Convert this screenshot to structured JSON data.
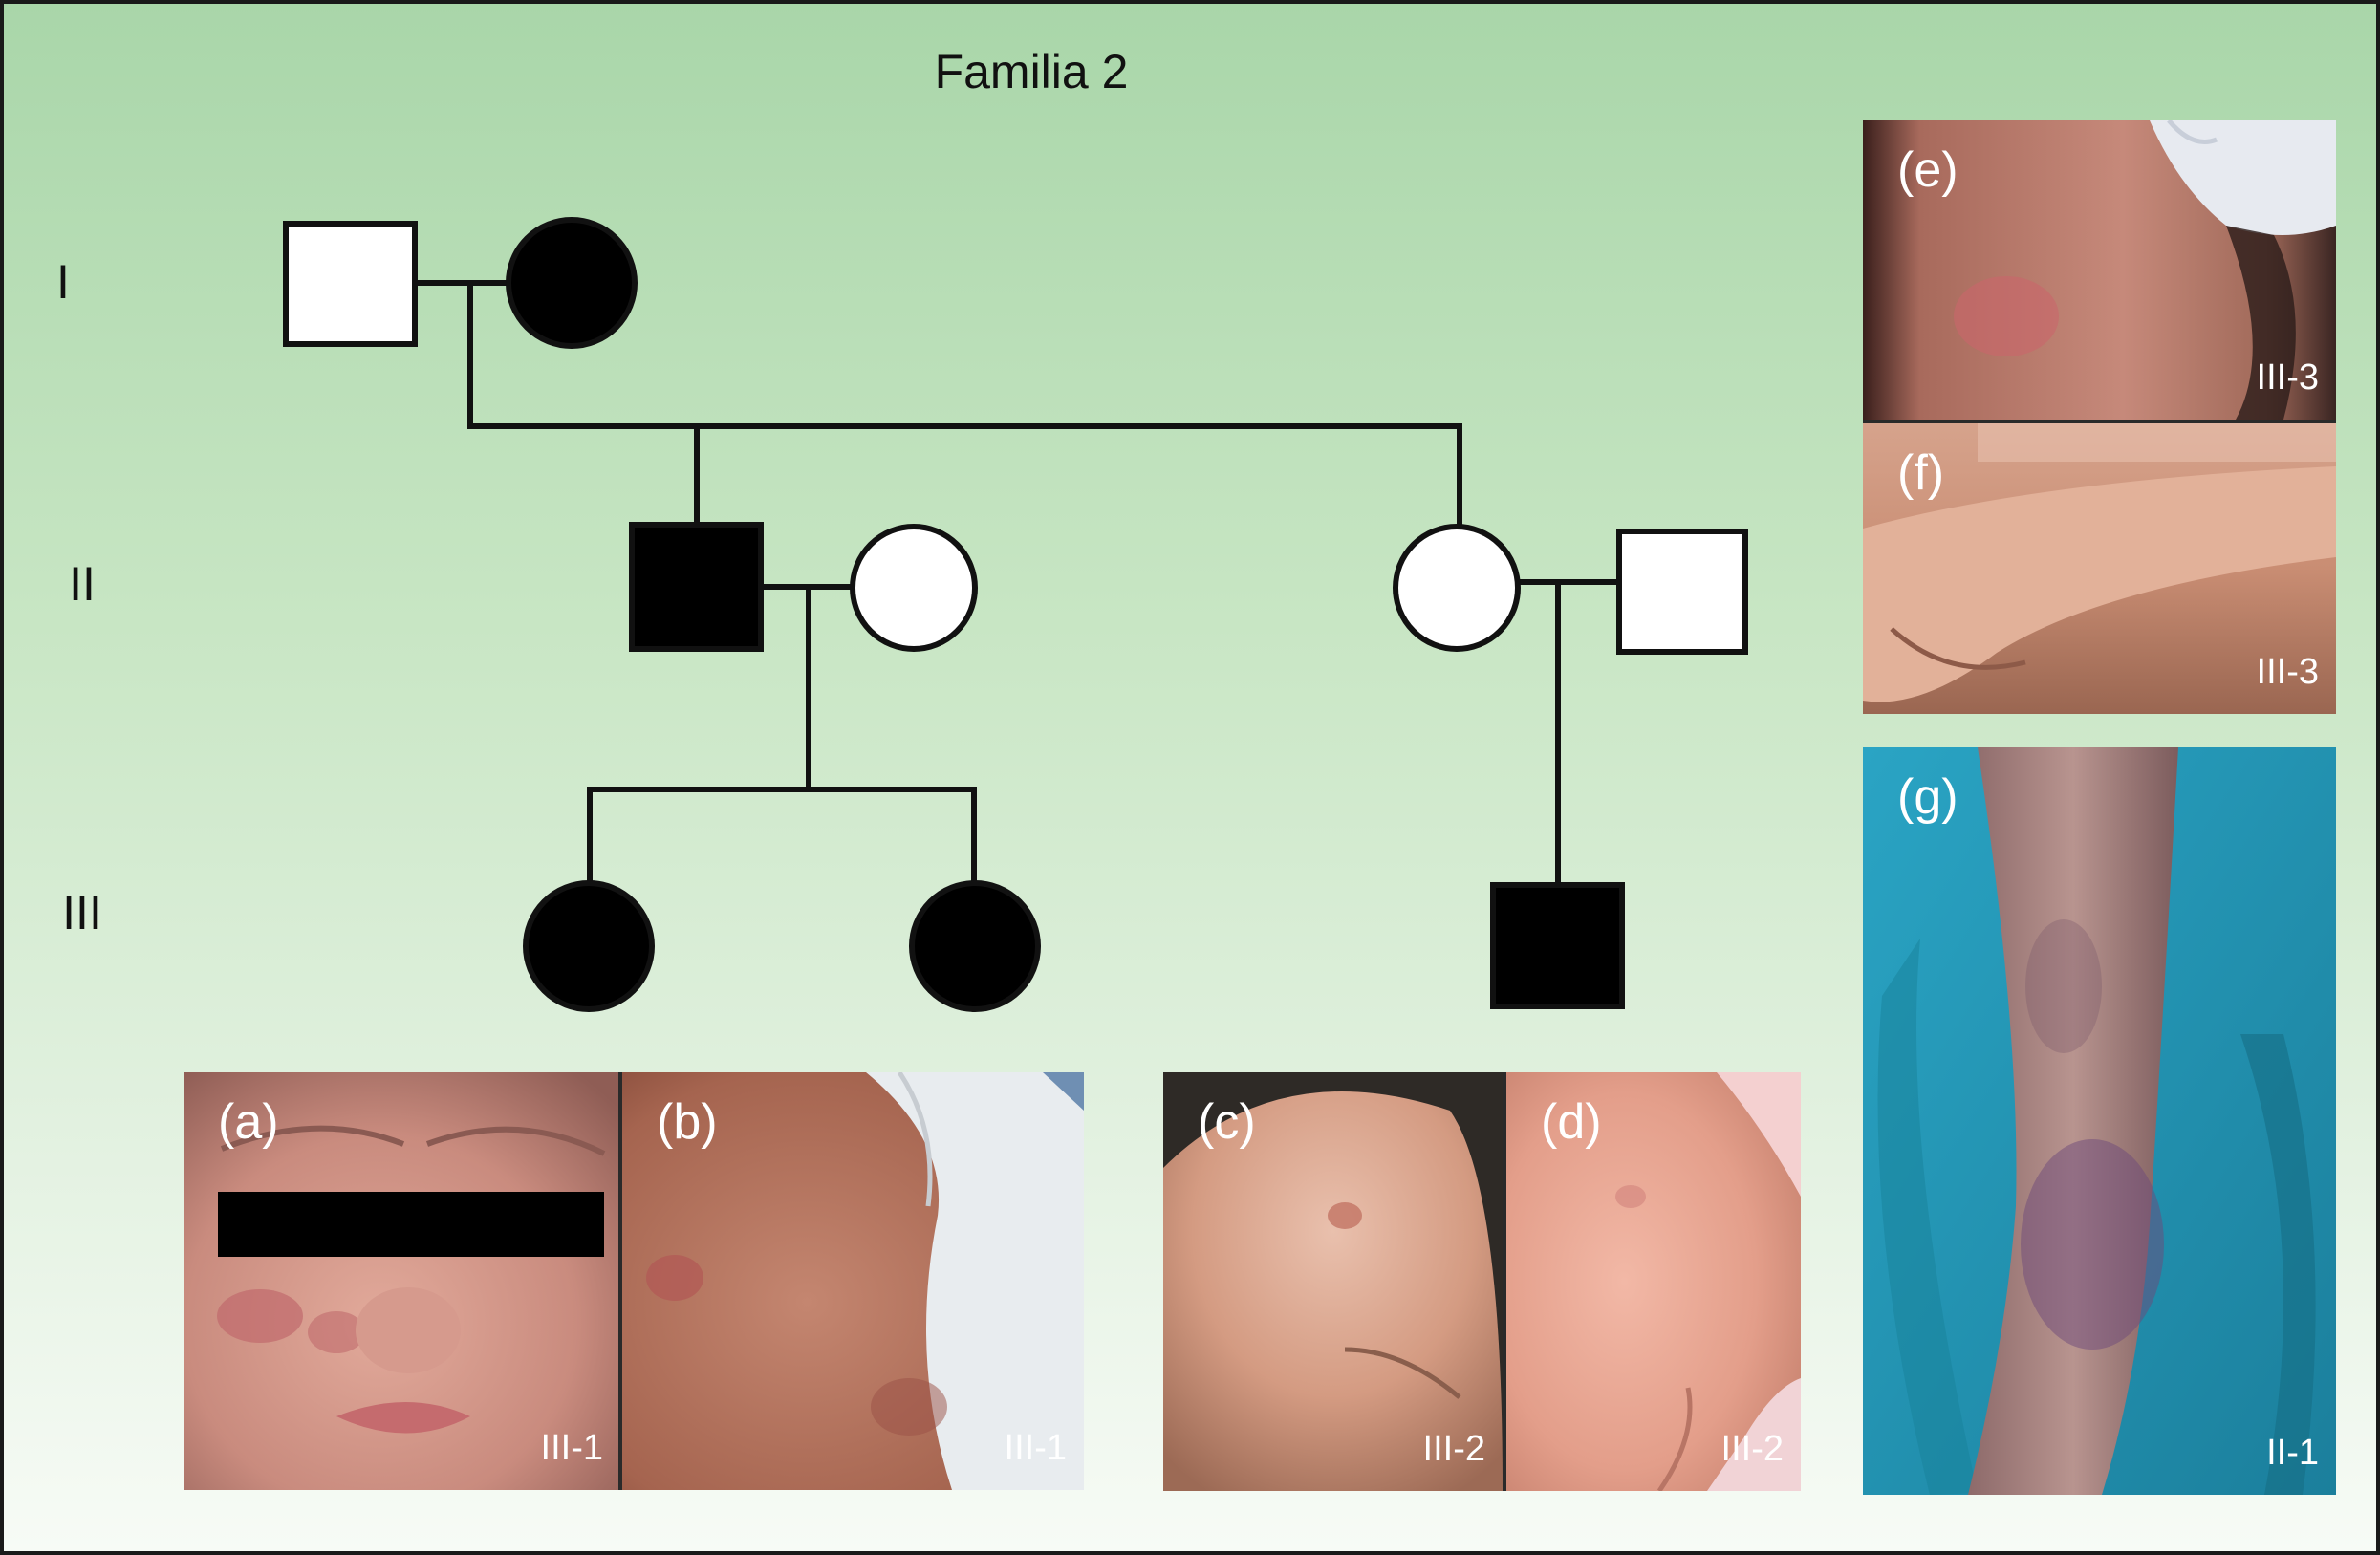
{
  "title": "Familia 2",
  "generations": [
    "I",
    "II",
    "III"
  ],
  "photos": [
    {
      "label": "(a)",
      "id": "III-1"
    },
    {
      "label": "(b)",
      "id": "III-1"
    },
    {
      "label": "(c)",
      "id": "III-2"
    },
    {
      "label": "(d)",
      "id": "III-2"
    },
    {
      "label": "(e)",
      "id": "III-3"
    },
    {
      "label": "(f)",
      "id": "III-3"
    },
    {
      "label": "(g)",
      "id": "II-1"
    }
  ],
  "colors": {
    "affected": "#000000",
    "unaffected": "#ffffff",
    "background_top": "#a9d6a9",
    "background_bottom": "#f7fbf6"
  }
}
